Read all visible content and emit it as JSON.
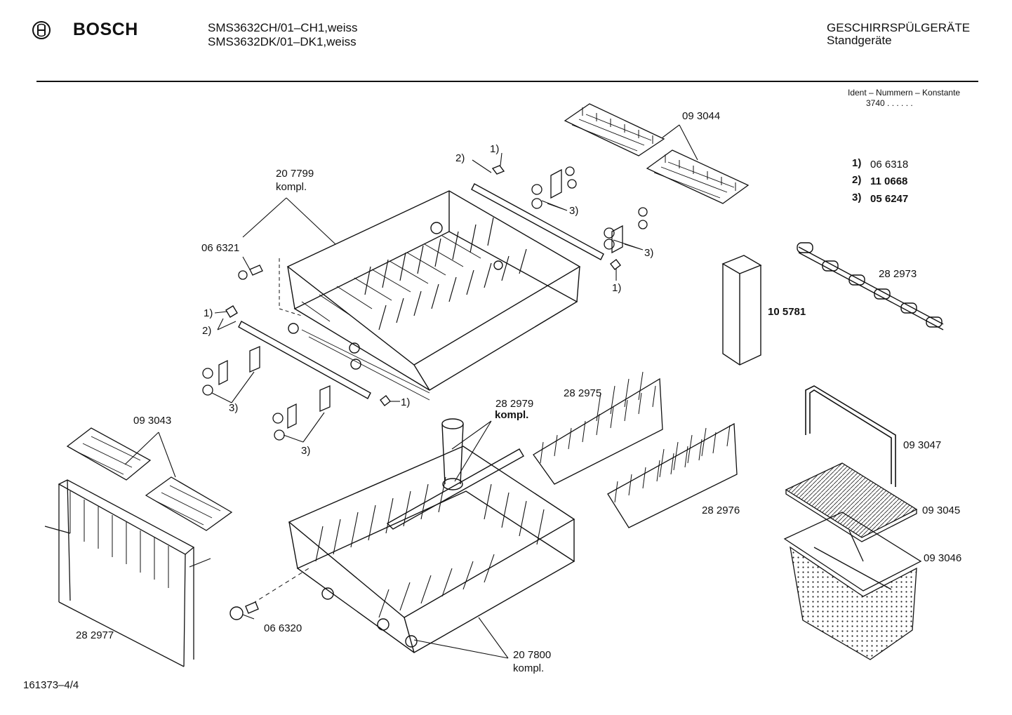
{
  "header": {
    "brand": "BOSCH",
    "model_line_1": "SMS3632CH/01–CH1,weiss",
    "model_line_2": "SMS3632DK/01–DK1,weiss",
    "category": "GESCHIRRSPÜLGERÄTE",
    "subcategory": "Standgeräte"
  },
  "ident": {
    "title": "Ident – Nummern – Konstante",
    "value": "3740 . .   . . . ."
  },
  "legend": [
    {
      "key": "1)",
      "value": "06 6318"
    },
    {
      "key": "2)",
      "value": "11 0668"
    },
    {
      "key": "3)",
      "value": "05 6247"
    }
  ],
  "parts": {
    "p093044": "09 3044",
    "p207799": "20 7799",
    "p207799_sub": "kompl.",
    "p066321": "06 6321",
    "p105781": "10 5781",
    "p282973": "28 2973",
    "p093043": "09 3043",
    "p282979": "28 2979",
    "p282979_sub": "kompl.",
    "p282975": "28 2975",
    "p282976": "28 2976",
    "p093047": "09 3047",
    "p093045": "09 3045",
    "p093046": "09 3046",
    "p282977": "28 2977",
    "p066320": "06 6320",
    "p207800": "20 7800",
    "p207800_sub": "kompl."
  },
  "callouts": {
    "c1_top": "1)",
    "c2_top": "2)",
    "c3_a": "3)",
    "c3_b": "3)",
    "c1_right": "1)",
    "c1_left": "1)",
    "c2_left": "2)",
    "c3_c": "3)",
    "c3_d": "3)",
    "c1_bottom": "1)"
  },
  "footer": {
    "doc_number": "161373–4/4"
  },
  "icons": {
    "brand_logo": "bosch-armature-icon"
  }
}
